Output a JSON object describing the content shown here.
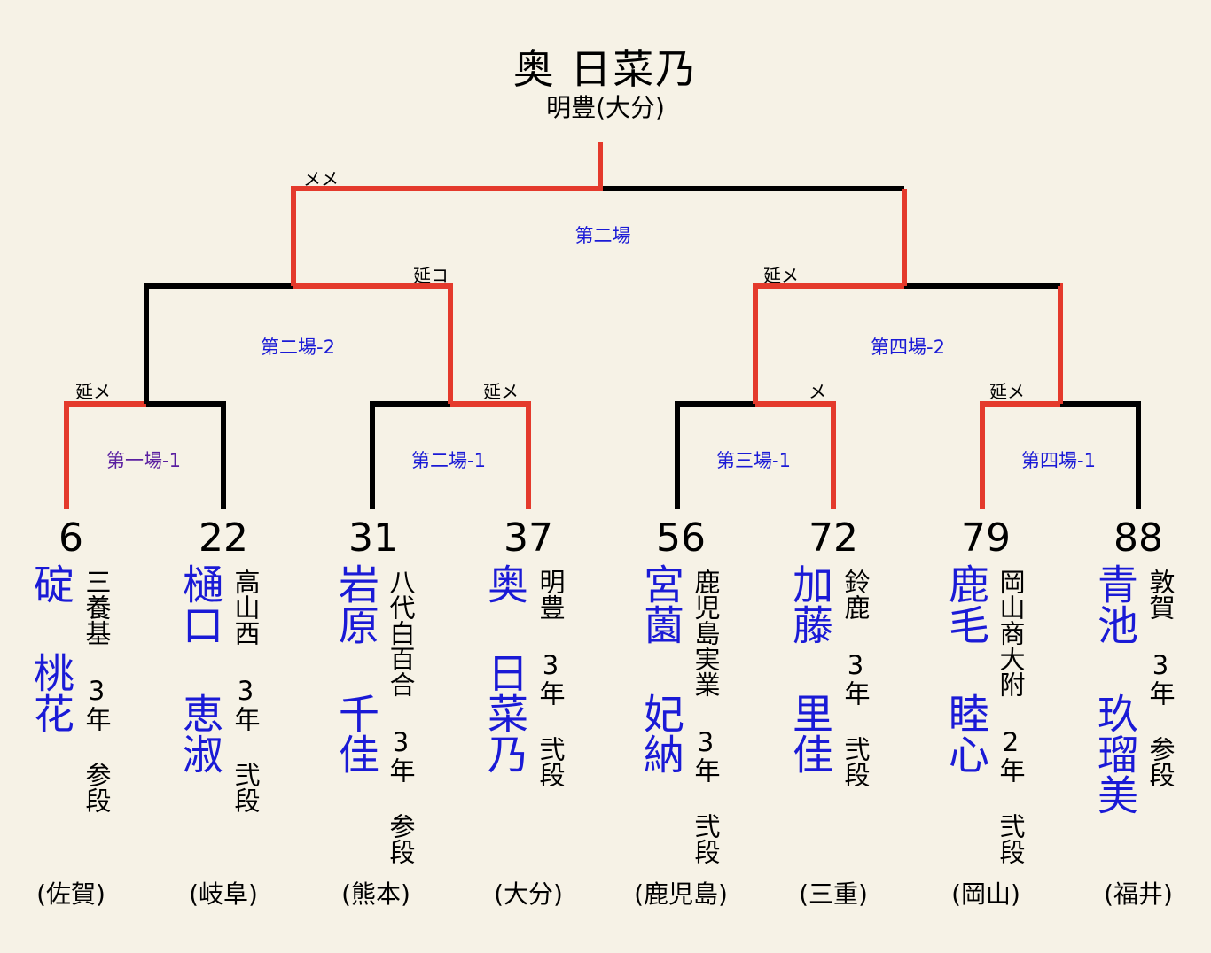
{
  "winner": {
    "name": "奥 日菜乃",
    "school": "明豊(大分)"
  },
  "colors": {
    "background": "#f6f2e6",
    "win_line": "#e43a2c",
    "loss_line": "#000000",
    "court_text": "#1a1ad6",
    "court_text_alt": "#5a1fa0",
    "name_text": "#1a1ad6"
  },
  "matches": {
    "final": {
      "court": "第二場",
      "score": "メメ"
    },
    "semi_left": {
      "court": "第二場-2",
      "score": "延コ"
    },
    "semi_right": {
      "court": "第四場-2",
      "score": "延メ"
    },
    "qf1": {
      "court": "第一場-1",
      "score": "延メ"
    },
    "qf2": {
      "court": "第二場-1",
      "score": "延メ"
    },
    "qf3": {
      "court": "第三場-1",
      "score": "メ"
    },
    "qf4": {
      "court": "第四場-1",
      "score": "延メ"
    }
  },
  "players": [
    {
      "seed": "6",
      "name": "碇 桃花",
      "school": "三養基",
      "grade": "3年",
      "rank": "参段",
      "prefecture": "(佐賀)"
    },
    {
      "seed": "22",
      "name": "樋口 恵淑",
      "school": "高山西",
      "grade": "3年",
      "rank": "弐段",
      "prefecture": "(岐阜)"
    },
    {
      "seed": "31",
      "name": "岩原 千佳",
      "school": "八代白百合",
      "grade": "3年",
      "rank": "参段",
      "prefecture": "(熊本)"
    },
    {
      "seed": "37",
      "name": "奥 日菜乃",
      "school": "明豊",
      "grade": "3年",
      "rank": "弐段",
      "prefecture": "(大分)"
    },
    {
      "seed": "56",
      "name": "宮薗 妃納",
      "school": "鹿児島実業",
      "grade": "3年",
      "rank": "弐段",
      "prefecture": "(鹿児島)"
    },
    {
      "seed": "72",
      "name": "加藤 里佳",
      "school": "鈴鹿",
      "grade": "3年",
      "rank": "弐段",
      "prefecture": "(三重)"
    },
    {
      "seed": "79",
      "name": "鹿毛 睦心",
      "school": "岡山商大附",
      "grade": "2年",
      "rank": "弐段",
      "prefecture": "(岡山)"
    },
    {
      "seed": "88",
      "name": "青池 玖瑠美",
      "school": "敦賀",
      "grade": "3年",
      "rank": "参段",
      "prefecture": "(福井)"
    }
  ]
}
